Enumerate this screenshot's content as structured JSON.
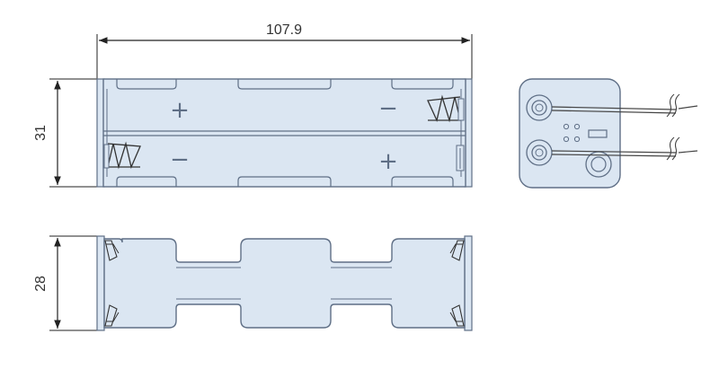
{
  "dimensions": {
    "length": "107.9",
    "width": "31",
    "height": "28"
  },
  "polarity": {
    "plus": "+",
    "minus": "−"
  },
  "colors": {
    "body_fill": "#dbe6f2",
    "outline": "#5f6f86",
    "dimension_line": "#222222",
    "wire": "#444444"
  }
}
